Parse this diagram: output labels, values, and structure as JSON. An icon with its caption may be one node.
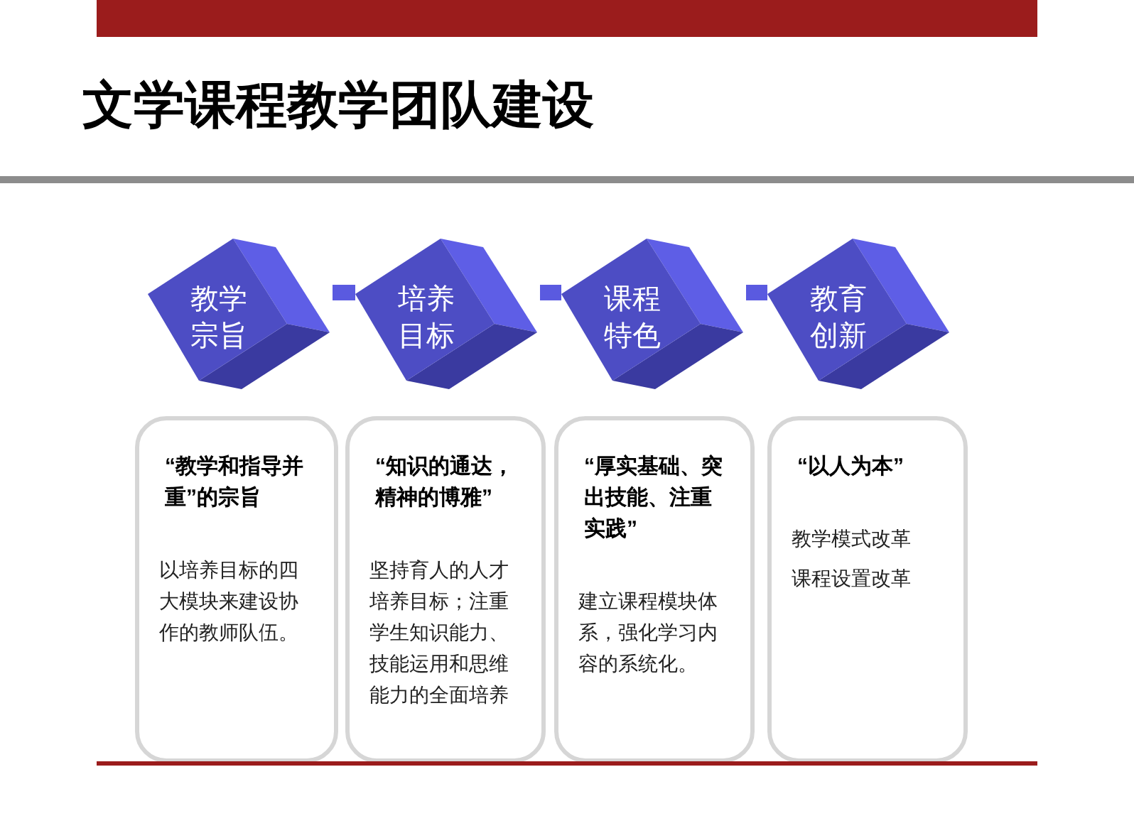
{
  "diagram": {
    "title": "文学课程教学团队建设",
    "nodes": [
      {
        "text": [
          "教学宗旨"
        ]
      },
      {
        "text": [
          "培养目标"
        ]
      },
      {
        "text": [
          "课程特色"
        ]
      },
      {
        "text": [
          "教育创新"
        ]
      },
      {
        "text": [
          "“教学和指导并重”的宗旨",
          "以培养目标的四大模块来建设协作的教师队伍。"
        ]
      },
      {
        "text": [
          "“知识的通达，精神的博雅”",
          "坚持育人的人才培养目标；注重学生知识能力、技能运用和思维能力的全面培养"
        ]
      },
      {
        "text": [
          "“厚实基础、突出技能、注重实践”",
          "建立课程模块体系，强化学习内容的系统化。"
        ]
      },
      {
        "text": [
          "“以人为本”",
          "教学模式改革",
          "课程设置改革"
        ]
      }
    ],
    "edges": [
      {
        "from": 0,
        "to": 1,
        "arrow": "none"
      },
      {
        "from": 1,
        "to": 2,
        "arrow": "none"
      },
      {
        "from": 2,
        "to": 3,
        "arrow": "none"
      }
    ]
  }
}
